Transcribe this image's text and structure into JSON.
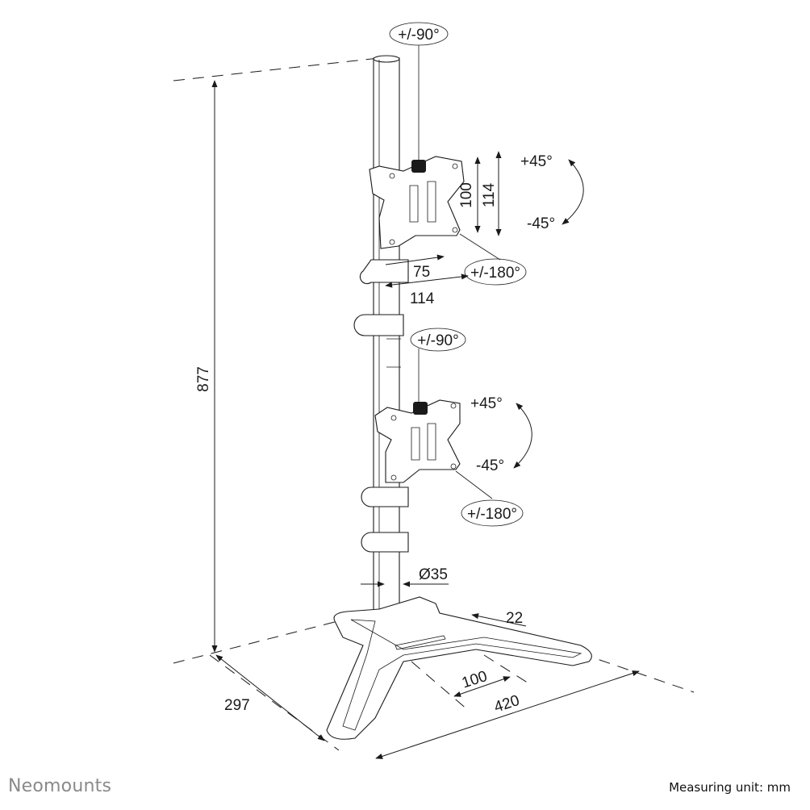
{
  "diagram": {
    "subject": "Dual monitor desk stand (vertical), technical dimension drawing",
    "dimensions": {
      "total_height": "877",
      "base_depth": "297",
      "base_width": "420",
      "base_slot_spacing": "100",
      "base_arm_width": "22",
      "pole_diameter": "Ø35",
      "vesa_vertical_inner": "100",
      "vesa_vertical_outer": "114",
      "vesa_horizontal_inner": "75",
      "vesa_horizontal_outer": "114"
    },
    "rotations": {
      "top_swivel": "+/-90°",
      "top_tilt_up": "+45°",
      "top_tilt_down": "-45°",
      "top_rotate": "+/-180°",
      "bottom_swivel": "+/-90°",
      "bottom_tilt_up": "+45°",
      "bottom_tilt_down": "-45°",
      "bottom_rotate": "+/-180°"
    }
  },
  "footer": {
    "brand": "Neomounts",
    "measuring_unit": "Measuring unit: mm"
  }
}
